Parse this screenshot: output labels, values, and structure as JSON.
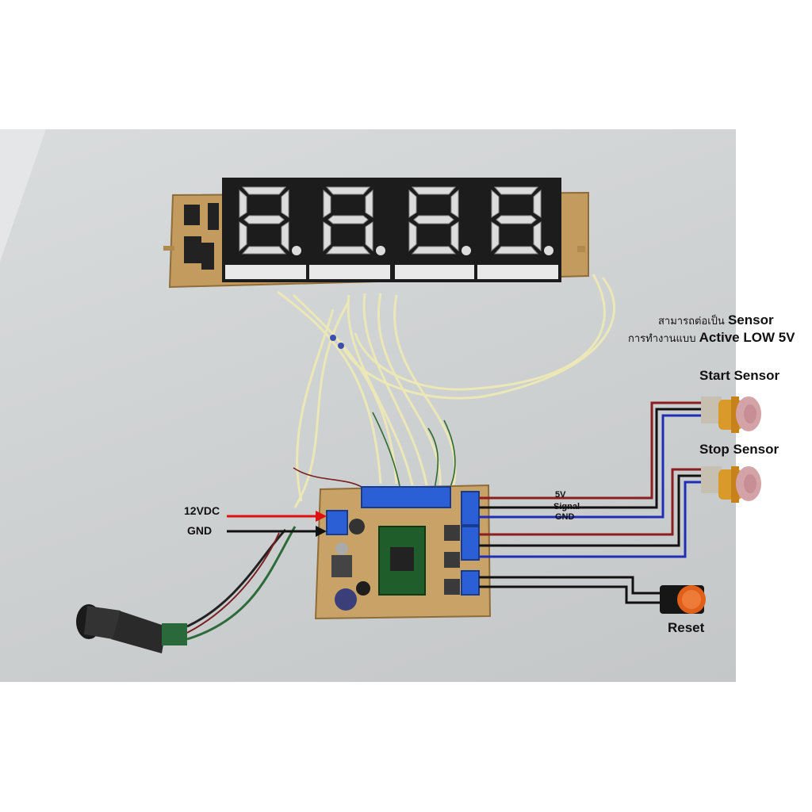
{
  "annotations": {
    "sensor_note_line1_prefix": "สามารถต่อเป็น",
    "sensor_note_line1_bold": "Sensor",
    "sensor_note_line2_prefix": "การทำงานแบบ",
    "sensor_note_line2_bold": "Active LOW 5V",
    "start_sensor": "Start Sensor",
    "stop_sensor": "Stop Sensor",
    "reset": "Reset",
    "power_plus": "12VDC",
    "power_gnd": "GND",
    "wire_5v": "5V",
    "wire_signal": "Signal",
    "wire_gnd": "GND"
  },
  "display": {
    "digits": [
      "8",
      "8",
      "8",
      "8"
    ],
    "digit_count": 4
  },
  "colors": {
    "wire_5v": "#8b1e1e",
    "wire_signal": "#111111",
    "wire_gnd": "#1f2fb5",
    "arrow_12v": "#e01010",
    "arrow_gnd": "#111111",
    "pcb": "#c8a266",
    "terminal_block": "#2a5fd6",
    "sensor_body": "#d99a2b",
    "reset_button": "#e0601a"
  }
}
